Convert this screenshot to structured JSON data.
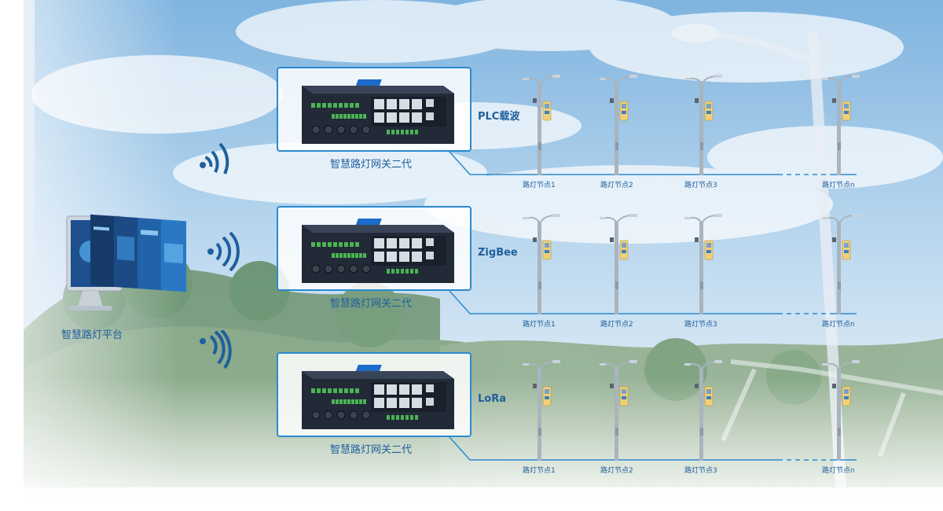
{
  "platform": {
    "label": "智慧路灯平台"
  },
  "rows": [
    {
      "gateway_label": "智慧路灯网关二代",
      "protocol": "PLC载波",
      "nodes": [
        "路灯节点1",
        "路灯节点2",
        "路灯节点3",
        "路灯节点n"
      ]
    },
    {
      "gateway_label": "智慧路灯网关二代",
      "protocol": "ZigBee",
      "nodes": [
        "路灯节点1",
        "路灯节点2",
        "路灯节点3",
        "路灯节点n"
      ]
    },
    {
      "gateway_label": "智慧路灯网关二代",
      "protocol": "LoRa",
      "nodes": [
        "路灯节点1",
        "路灯节点2",
        "路灯节点3",
        "路灯节点n"
      ]
    }
  ],
  "colors": {
    "accent": "#1f5f9c",
    "line": "#2a8ad0",
    "gateway": "#2c3446"
  }
}
